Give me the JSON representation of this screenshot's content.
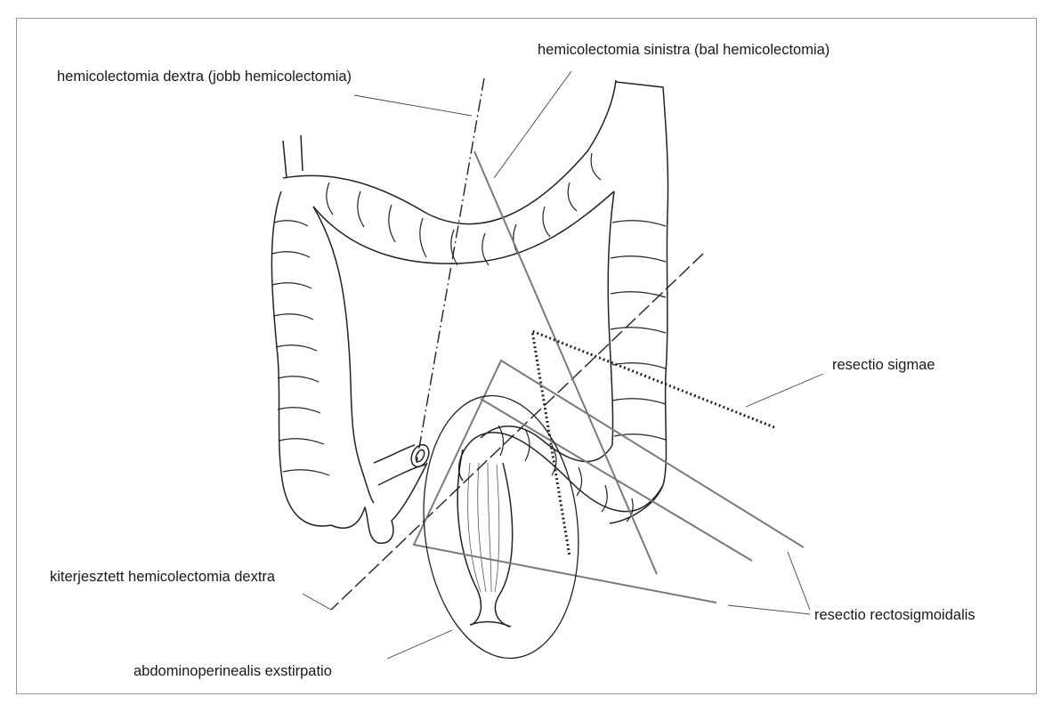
{
  "figure": {
    "labels": {
      "hemicolectomia_dextra": "hemicolectomia dextra (jobb hemicolectomia)",
      "hemicolectomia_sinistra": "hemicolectomia sinistra (bal hemicolectomia)",
      "resectio_sigmae": "resectio sigmae",
      "kiterjesztett_hemicolectomia_dextra": "kiterjesztett hemicolectomia dextra",
      "resectio_rectosigmoidalis": "resectio rectosigmoidalis",
      "abdominoperinealis_exstirpatio": "abdominoperinealis exstirpatio"
    },
    "colors": {
      "ink": "#1a1a1a",
      "line_gray": "#7a7a7a",
      "frame": "#9a9a9a"
    }
  }
}
